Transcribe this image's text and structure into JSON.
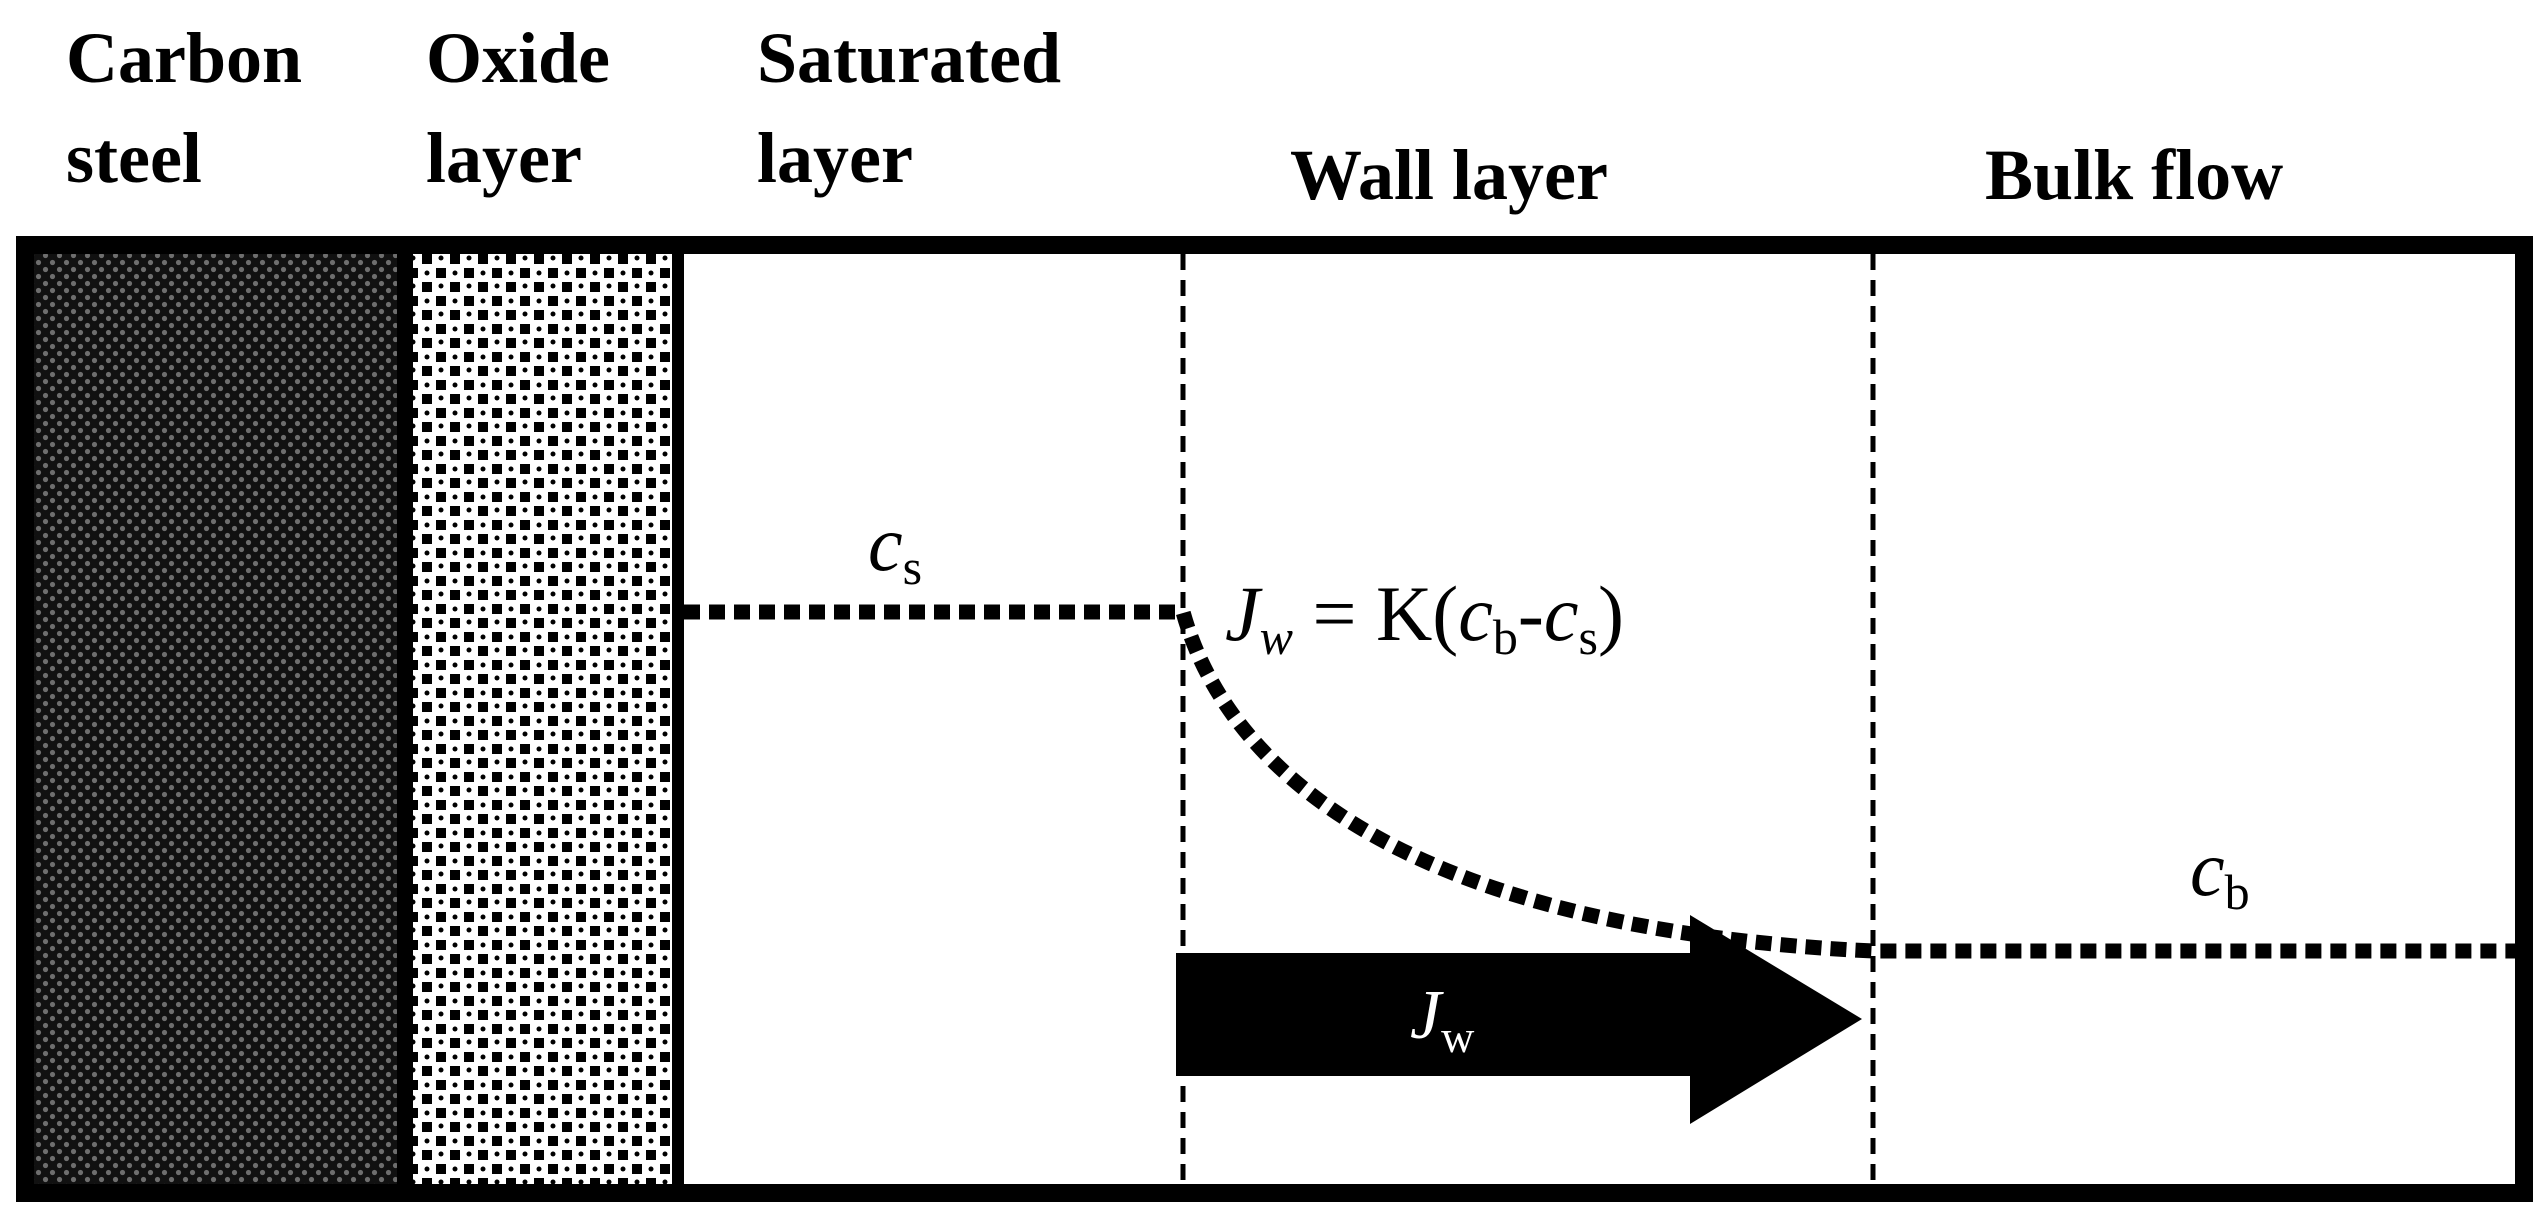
{
  "headers": {
    "carbon_steel": [
      "Carbon",
      "steel"
    ],
    "oxide_layer": [
      "Oxide",
      "layer"
    ],
    "saturated_layer": [
      "Saturated",
      "layer"
    ],
    "wall_layer": "Wall layer",
    "bulk_flow": "Bulk flow"
  },
  "labels": {
    "cs": {
      "symbol": "c",
      "sub": "s"
    },
    "cb": {
      "symbol": "c",
      "sub": "b"
    },
    "equation": {
      "lhs": "J",
      "lhs_sub": "w",
      "eq": " = K(",
      "c1": "c",
      "c1_sub": "b",
      "dash": "-",
      "c2": "c",
      "c2_sub": "s",
      "close": ")"
    },
    "flux_arrow": {
      "symbol": "J",
      "sub": "w"
    }
  },
  "colors": {
    "ink": "#000000",
    "background": "#ffffff",
    "arrow_text": "#ffffff"
  }
}
